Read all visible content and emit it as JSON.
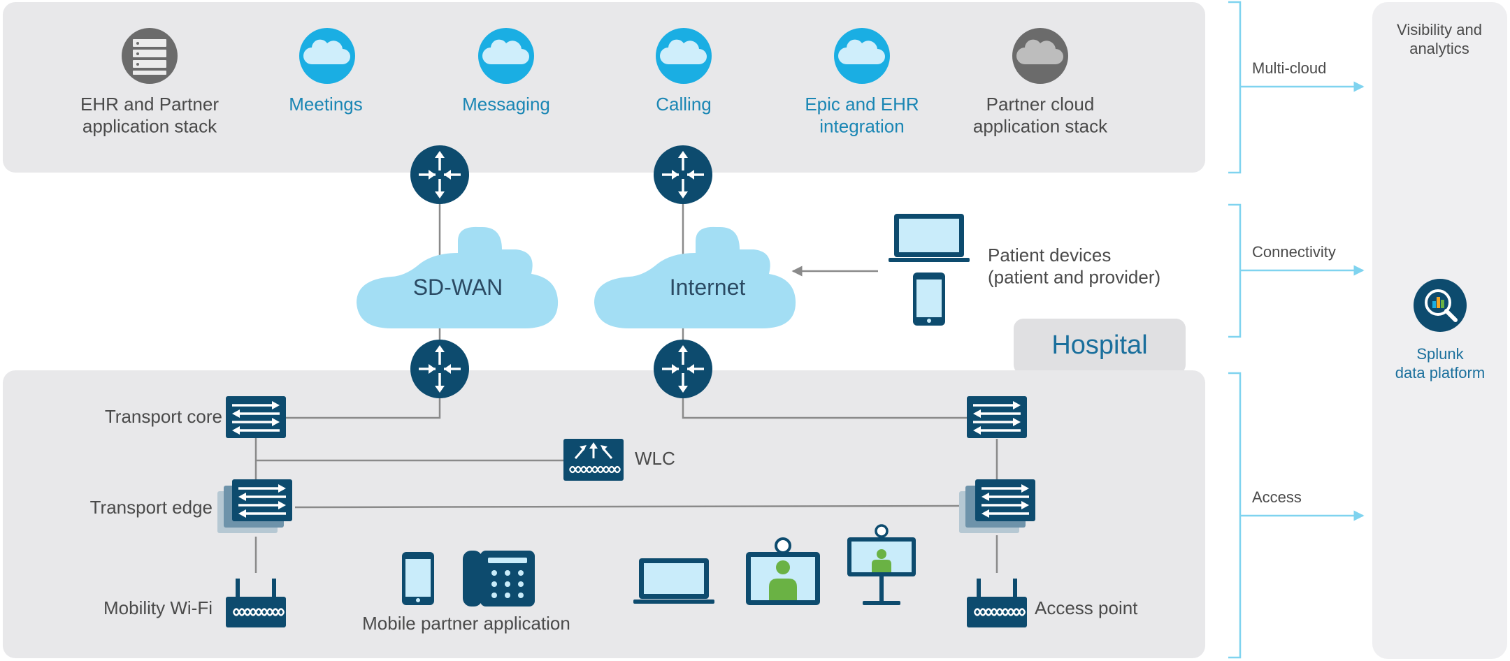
{
  "colors": {
    "panel": "#e8e8ea",
    "side_panel": "#efeff1",
    "navy": "#0d4b6e",
    "cyan": "#1aaee3",
    "cloud": "#a3def4",
    "grey_icon": "#6b6b6b",
    "accent_line": "#7fd3ef",
    "text_dark": "#4a4a4a",
    "text_blue": "#1a86b4",
    "green": "#6ab244"
  },
  "cloud_services": [
    {
      "label": "EHR and Partner\napplication stack",
      "icon": "server-stack-icon",
      "style": "grey"
    },
    {
      "label": "Meetings",
      "icon": "cloud-icon",
      "style": "blue"
    },
    {
      "label": "Messaging",
      "icon": "cloud-icon",
      "style": "blue"
    },
    {
      "label": "Calling",
      "icon": "cloud-icon",
      "style": "blue"
    },
    {
      "label": "Epic and EHR\nintegration",
      "icon": "cloud-icon",
      "style": "blue"
    },
    {
      "label": "Partner cloud\napplication stack",
      "icon": "cloud-icon",
      "style": "grey"
    }
  ],
  "wan_clouds": {
    "sdwan": "SD-WAN",
    "internet": "Internet"
  },
  "patient_devices_label": "Patient devices\n(patient and provider)",
  "hospital_tab": "Hospital",
  "hospital_nodes": {
    "transport_core": "Transport core",
    "wlc": "WLC",
    "transport_edge": "Transport edge",
    "mobility_wifi": "Mobility Wi-Fi",
    "mobile_partner_app": "Mobile partner application",
    "access_point": "Access point"
  },
  "layers": [
    {
      "label": "Multi-cloud"
    },
    {
      "label": "Connectivity"
    },
    {
      "label": "Access"
    }
  ],
  "visibility_title": "Visibility and\nanalytics",
  "splunk_label": "Splunk\ndata platform"
}
